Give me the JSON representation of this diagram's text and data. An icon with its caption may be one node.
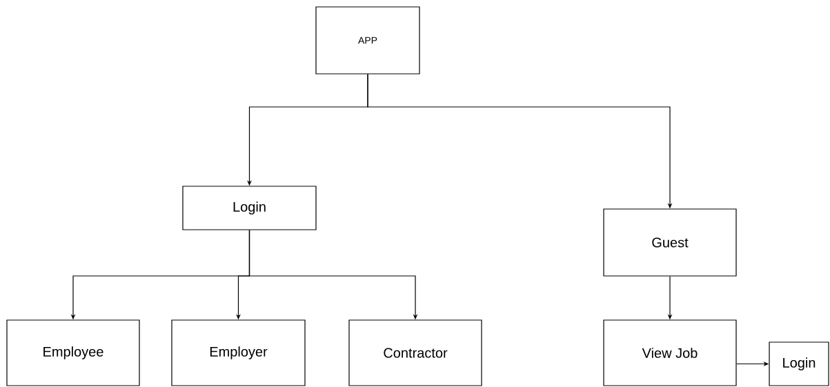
{
  "diagram": {
    "nodes": [
      {
        "text": [
          "APP"
        ]
      },
      {
        "text": [
          "Login"
        ]
      },
      {
        "text": [
          "Guest"
        ]
      },
      {
        "text": [
          "Employee"
        ]
      },
      {
        "text": [
          "Employer"
        ]
      },
      {
        "text": [
          "Contractor"
        ]
      },
      {
        "text": [
          "View Job"
        ]
      },
      {
        "text": [
          "Login"
        ]
      }
    ],
    "edges": [
      {
        "from": 0,
        "to": 1,
        "arrow": "to"
      },
      {
        "from": 0,
        "to": 2,
        "arrow": "to"
      },
      {
        "from": 1,
        "to": 3,
        "arrow": "to"
      },
      {
        "from": 1,
        "to": 4,
        "arrow": "to"
      },
      {
        "from": 1,
        "to": 5,
        "arrow": "to"
      },
      {
        "from": 2,
        "to": 6,
        "arrow": "to"
      },
      {
        "from": 6,
        "to": 7,
        "arrow": "to"
      }
    ]
  }
}
